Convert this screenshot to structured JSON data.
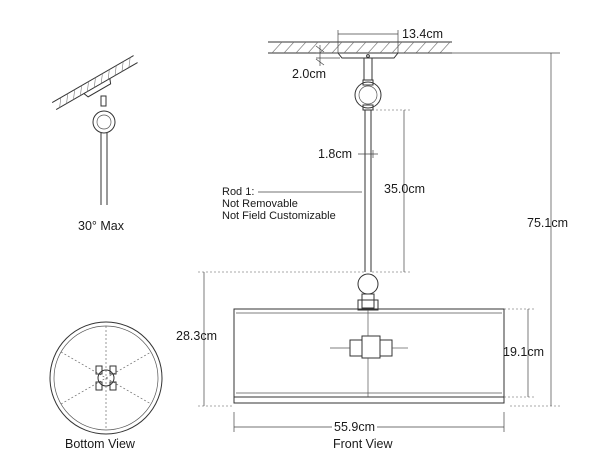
{
  "dimensions": {
    "canopy_width": "13.4cm",
    "canopy_height": "2.0cm",
    "rod_diameter": "1.8cm",
    "rod_length": "35.0cm",
    "overall_height": "75.1cm",
    "fixture_height": "28.3cm",
    "shade_height": "19.1cm",
    "width": "55.9cm"
  },
  "rod_note": {
    "line1": "Rod 1:",
    "line2": "Not Removable",
    "line3": "Not Field Customizable"
  },
  "labels": {
    "slope": "30° Max",
    "bottom_view": "Bottom View",
    "front_view": "Front View"
  }
}
